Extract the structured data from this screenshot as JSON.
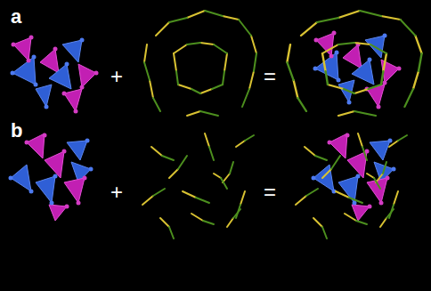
{
  "diagram": {
    "labels": [
      "a",
      "+",
      "=",
      "b",
      "+",
      "="
    ]
  }
}
